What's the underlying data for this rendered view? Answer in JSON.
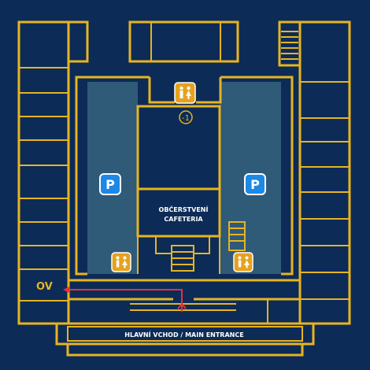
{
  "labels": {
    "cafeteria_cz": "OBČERSTVENÍ",
    "cafeteria_en": "CAFETERIA",
    "entrance": "HLAVNÍ VCHOD / MAIN ENTRANCE",
    "destination": "OV",
    "level": "-1",
    "parking_left": "P",
    "parking_right": "P"
  },
  "icons": [
    "restroom-icon",
    "parking-icon",
    "elevator-level-icon",
    "route-arrow-icon"
  ],
  "colors": {
    "background": "#0d2b57",
    "walls": "#e6b422",
    "parking_area": "#2f5a78",
    "route": "#e8313b",
    "parking_badge": "#1e88e5",
    "restroom_badge": "#e6a21e"
  }
}
